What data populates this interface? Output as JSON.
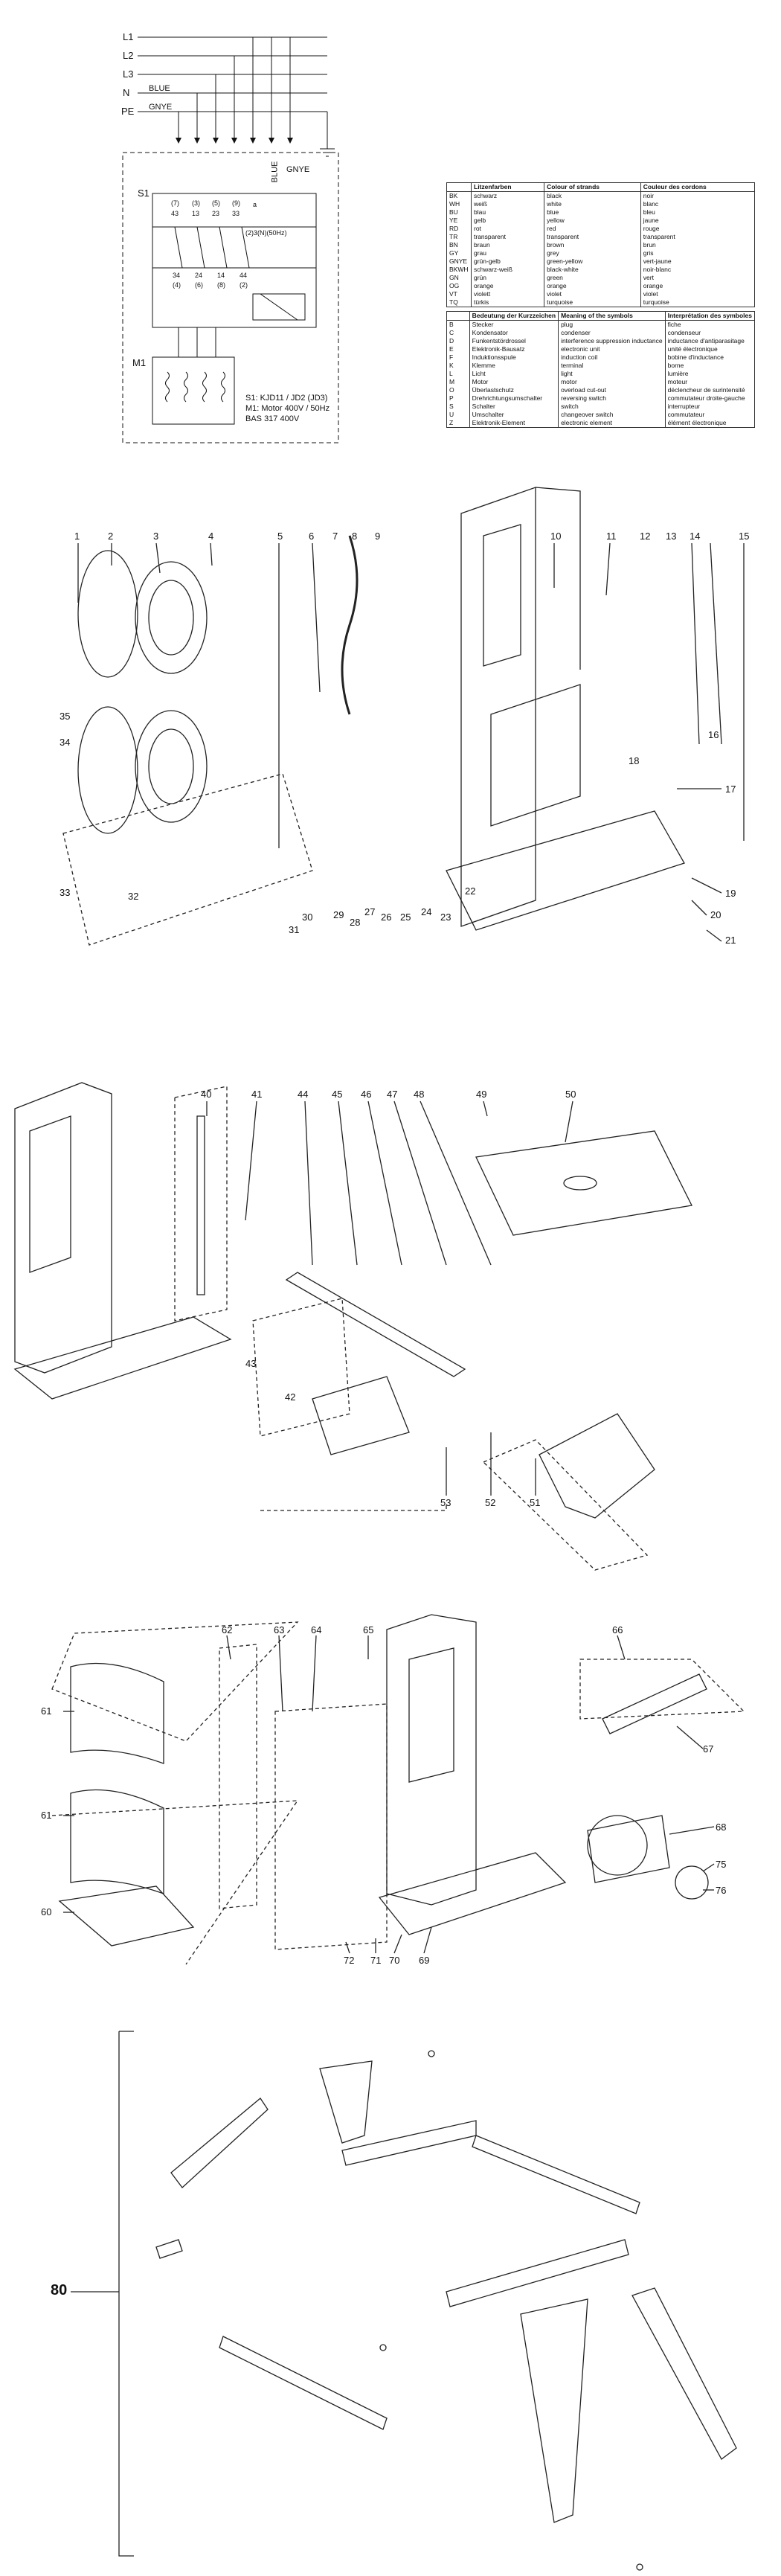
{
  "wiring": {
    "lines": [
      "L1",
      "L2",
      "L3",
      "N",
      "PE"
    ],
    "wire_labels": {
      "blue": "BLUE",
      "gnye": "GNYE",
      "blue_vertical": "BLUE",
      "gnye_box": "GNYE"
    },
    "switch": "S1",
    "motor": "M1",
    "terminal_numbers_top": [
      "(7)",
      "(3)",
      "(5)",
      "(9)",
      "43",
      "13",
      "23",
      "33",
      "a"
    ],
    "terminal_numbers_bottom": [
      "34",
      "24",
      "(4)",
      "(6)",
      "(8)",
      "14",
      "44",
      "(2)"
    ],
    "switch_marking": "(2)3(N)(50Hz)",
    "motor_spec": [
      "S1: KJD11 / JD2 (JD3)",
      "M1: Motor 400V / 50Hz",
      "BAS 317 400V"
    ]
  },
  "legend_colors": {
    "headers": [
      "",
      "Litzenfarben",
      "Colour of strands",
      "Couleur des cordons"
    ],
    "rows": [
      [
        "BK",
        "schwarz",
        "black",
        "noir"
      ],
      [
        "WH",
        "weiß",
        "white",
        "blanc"
      ],
      [
        "BU",
        "blau",
        "blue",
        "bleu"
      ],
      [
        "YE",
        "gelb",
        "yellow",
        "jaune"
      ],
      [
        "RD",
        "rot",
        "red",
        "rouge"
      ],
      [
        "TR",
        "transparent",
        "transparent",
        "transparent"
      ],
      [
        "BN",
        "braun",
        "brown",
        "brun"
      ],
      [
        "GY",
        "grau",
        "grey",
        "gris"
      ],
      [
        "GNYE",
        "grün-gelb",
        "green-yellow",
        "vert-jaune"
      ],
      [
        "BKWH",
        "schwarz-weiß",
        "black-white",
        "noir-blanc"
      ],
      [
        "GN",
        "grün",
        "green",
        "vert"
      ],
      [
        "OG",
        "orange",
        "orange",
        "orange"
      ],
      [
        "VT",
        "violett",
        "violet",
        "violet"
      ],
      [
        "TQ",
        "türkis",
        "turquoise",
        "turquoise"
      ]
    ]
  },
  "legend_symbols": {
    "headers": [
      "",
      "Bedeutung der Kurzzeichen",
      "Meaning of the symbols",
      "Interprétation des symboles"
    ],
    "rows": [
      [
        "B",
        "Stecker",
        "plug",
        "fiche"
      ],
      [
        "C",
        "Kondensator",
        "condenser",
        "condenseur"
      ],
      [
        "D",
        "Funkentstördrossel",
        "interference suppression inductance",
        "inductance d'antiparasitage"
      ],
      [
        "E",
        "Elektronik-Bausatz",
        "electronic unit",
        "unité électronique"
      ],
      [
        "F",
        "Induktionsspule",
        "induction coil",
        "bobine d'inductance"
      ],
      [
        "K",
        "Klemme",
        "terminal",
        "borne"
      ],
      [
        "L",
        "Licht",
        "light",
        "lumière"
      ],
      [
        "M",
        "Motor",
        "motor",
        "moteur"
      ],
      [
        "O",
        "Überlastschutz",
        "overload cut-out",
        "déclencheur de surintensité"
      ],
      [
        "P",
        "Drehrichtungsumschalter",
        "reversing switch",
        "commutateur droite-gauche"
      ],
      [
        "S",
        "Schalter",
        "switch",
        "interrupteur"
      ],
      [
        "U",
        "Umschalter",
        "changeover switch",
        "commutateur"
      ],
      [
        "Z",
        "Elektronik-Element",
        "electronic element",
        "élément électronique"
      ]
    ]
  },
  "parts_sheet1": [
    "1",
    "2",
    "3",
    "4",
    "5",
    "6",
    "7",
    "8",
    "9",
    "10",
    "11",
    "12",
    "13",
    "14",
    "15",
    "16",
    "17",
    "18",
    "19",
    "20",
    "21",
    "22",
    "23",
    "24",
    "25",
    "26",
    "27",
    "28",
    "29",
    "30",
    "31",
    "32",
    "33",
    "34",
    "35"
  ],
  "parts_sheet2": [
    "40",
    "41",
    "42",
    "43",
    "44",
    "45",
    "46",
    "47",
    "48",
    "49",
    "50",
    "51",
    "52",
    "53"
  ],
  "parts_sheet3": [
    "60",
    "61",
    "62",
    "63",
    "64",
    "65",
    "66",
    "67",
    "68",
    "69",
    "70",
    "71",
    "72",
    "75",
    "76"
  ],
  "parts_sheet4": [
    "80"
  ]
}
